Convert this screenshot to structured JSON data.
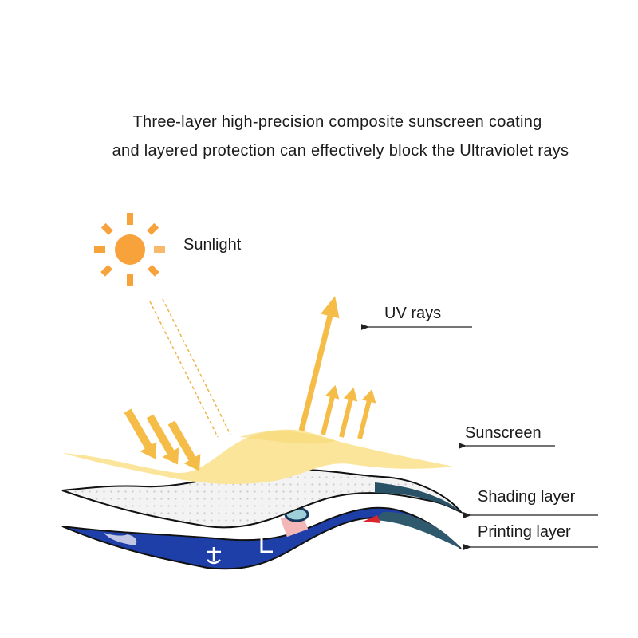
{
  "headline": {
    "line1": "Three-layer high-precision composite sunscreen coating",
    "line2": "and layered protection can effectively block the Ultraviolet rays"
  },
  "labels": {
    "sunlight": "Sunlight",
    "uv_rays": "UV rays",
    "sunscreen": "Sunscreen",
    "shading_layer": "Shading layer",
    "printing_layer": "Printing layer"
  },
  "icons": {
    "sun": "sun-icon",
    "incoming_arrows": "incoming-ray-arrows",
    "reflected_arrows": "reflected-uv-arrows"
  },
  "colors": {
    "sun": "#f7a23a",
    "ray": "#f5bd48",
    "sunscreen_layer": "#fbe59a",
    "shading_layer": "#f0f0f0",
    "printing_layer": "#1f3fa8",
    "layer_edge": "#1e4a5e",
    "pointer_line": "#222222"
  }
}
